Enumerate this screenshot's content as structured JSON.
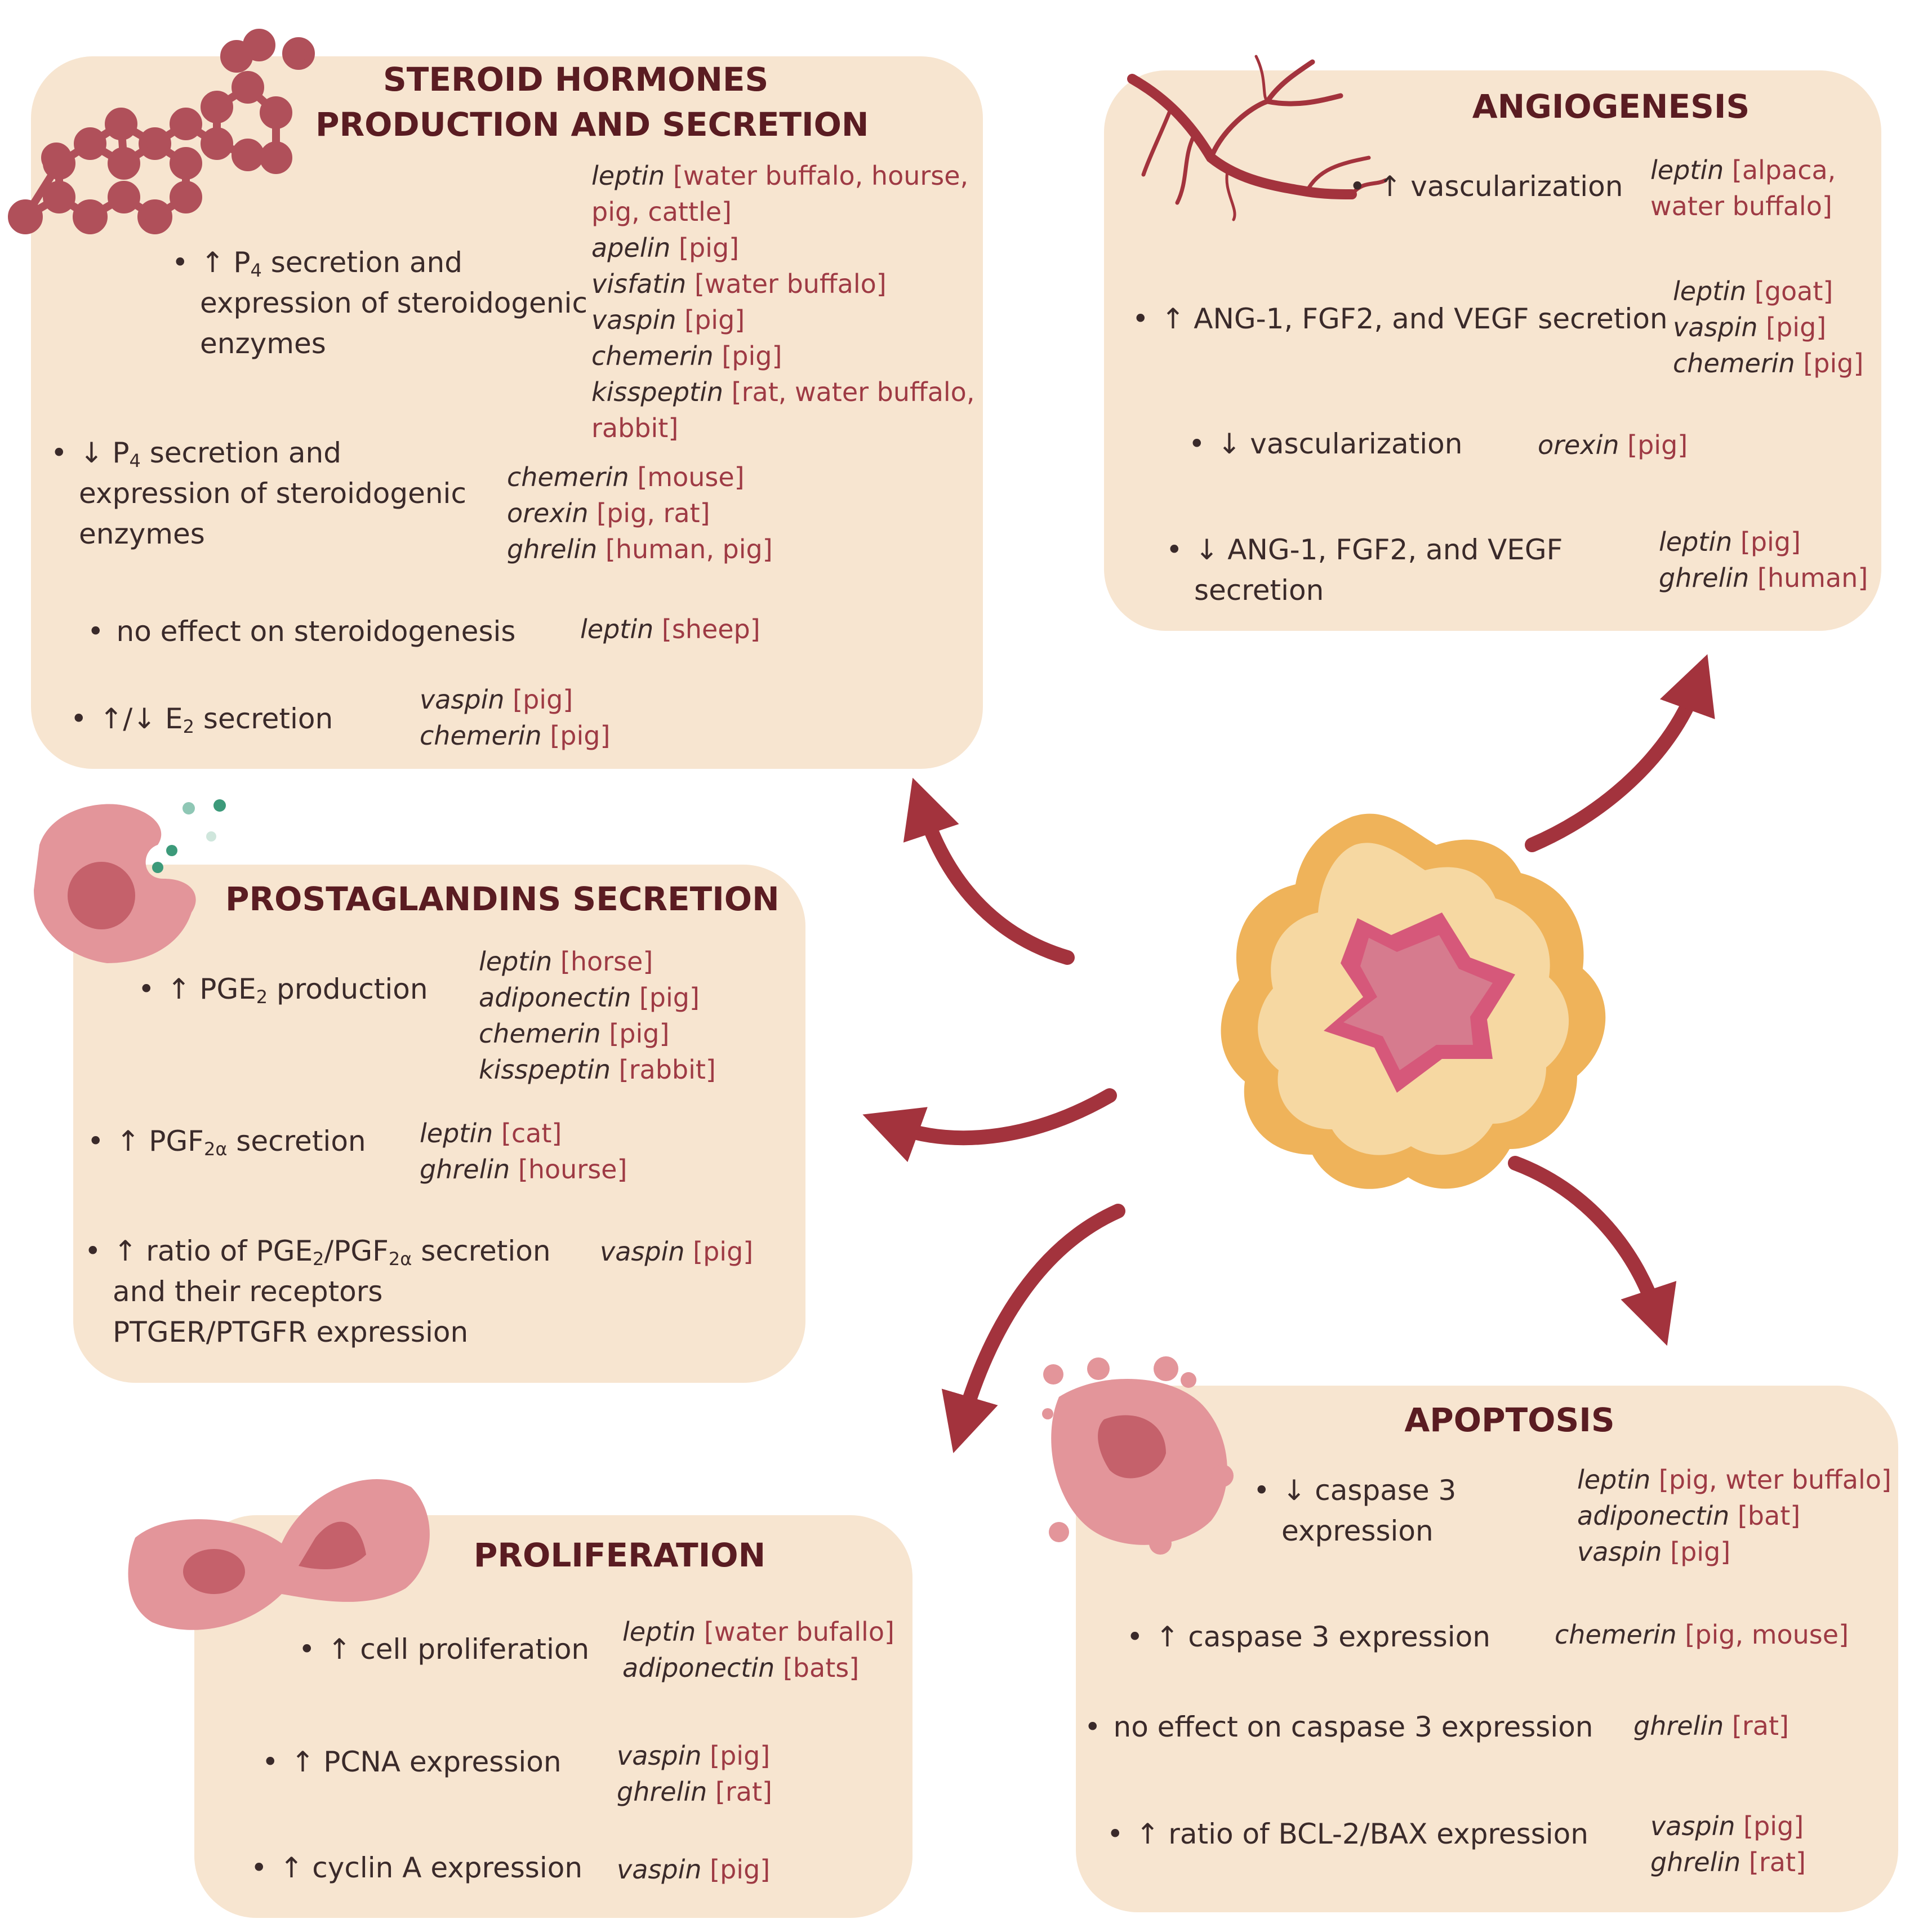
{
  "colors": {
    "panel": "#f7e5d0",
    "title": "#5a1c22",
    "species": "#9e3a44",
    "arrow": "#a3333d"
  },
  "steroid": {
    "title1": "STEROID HORMONES",
    "title2": "PRODUCTION AND SECRETION",
    "e1": {
      "arrow": "↑",
      "pre": "P",
      "sub": "4",
      "line1": " secretion and",
      "line2": "expression of steroidogenic",
      "line3": "enzymes"
    },
    "refs1": [
      {
        "h": "leptin",
        "s": "water buffalo, hourse,"
      },
      {
        "h": "",
        "s": "pig, cattle"
      },
      {
        "h": "apelin",
        "s": "pig"
      },
      {
        "h": "visfatin",
        "s": "water buffalo"
      },
      {
        "h": "vaspin",
        "s": "pig"
      },
      {
        "h": "chemerin",
        "s": "pig"
      },
      {
        "h": "kisspeptin",
        "s": "rat, water buffalo,"
      },
      {
        "h": "",
        "s": "rabbit"
      }
    ],
    "e2": {
      "arrow": "↓",
      "pre": "P",
      "sub": "4",
      "line1": " secretion and",
      "line2": "expression of steroidogenic",
      "line3": "enzymes"
    },
    "refs2": [
      {
        "h": "chemerin",
        "s": "mouse"
      },
      {
        "h": "orexin",
        "s": "pig, rat"
      },
      {
        "h": "ghrelin",
        "s": "human, pig"
      }
    ],
    "e3": "no effect on steroidogenesis",
    "refs3": [
      {
        "h": "leptin",
        "s": "sheep"
      }
    ],
    "e4": {
      "arrow": "↑/↓",
      "pre": "E",
      "sub": "2",
      "line1": " secretion"
    },
    "refs4": [
      {
        "h": "vaspin",
        "s": "pig"
      },
      {
        "h": "chemerin",
        "s": "pig"
      }
    ]
  },
  "angio": {
    "title": "ANGIOGENESIS",
    "e1": "↑ vascularization",
    "refs1": [
      {
        "h": "leptin",
        "s": "alpaca,"
      },
      {
        "h": "",
        "s": "water buffalo"
      }
    ],
    "e2": "↑ ANG-1, FGF2, and VEGF secretion",
    "refs2": [
      {
        "h": "leptin",
        "s": "goat"
      },
      {
        "h": "vaspin",
        "s": "pig"
      },
      {
        "h": "chemerin",
        "s": "pig"
      }
    ],
    "e3": "↓ vascularization",
    "refs3": [
      {
        "h": "orexin",
        "s": "pig"
      }
    ],
    "e4a": "↓ ANG-1, FGF2, and VEGF",
    "e4b": "secretion",
    "refs4": [
      {
        "h": "leptin",
        "s": "pig"
      },
      {
        "h": "ghrelin",
        "s": "human"
      }
    ]
  },
  "prosta": {
    "title": "PROSTAGLANDINS SECRETION",
    "e1": {
      "pre": "↑ PGE",
      "sub": "2",
      "post": " production"
    },
    "refs1": [
      {
        "h": "leptin",
        "s": "horse"
      },
      {
        "h": "adiponectin",
        "s": "pig"
      },
      {
        "h": "chemerin",
        "s": "pig"
      },
      {
        "h": "kisspeptin",
        "s": "rabbit"
      }
    ],
    "e2": {
      "pre": "↑ PGF",
      "sub": "2α",
      "post": " secretion"
    },
    "refs2": [
      {
        "h": "leptin",
        "s": "cat"
      },
      {
        "h": "ghrelin",
        "s": "hourse"
      }
    ],
    "e3": {
      "pre": "↑ ratio of PGE",
      "sub1": "2",
      "mid": "/PGF",
      "sub2": "2α",
      "post": " secretion",
      "line2": "and their receptors",
      "line3": "PTGER/PTGFR expression"
    },
    "refs3": [
      {
        "h": "vaspin",
        "s": "pig"
      }
    ]
  },
  "prolif": {
    "title": "PROLIFERATION",
    "e1": "↑ cell proliferation",
    "refs1": [
      {
        "h": "leptin",
        "s": "water bufallo"
      },
      {
        "h": "adiponectin",
        "s": "bats"
      }
    ],
    "e2": "↑ PCNA expression",
    "refs2": [
      {
        "h": "vaspin",
        "s": "pig"
      },
      {
        "h": "ghrelin",
        "s": "rat"
      }
    ],
    "e3": "↑ cyclin A expression",
    "refs3": [
      {
        "h": "vaspin",
        "s": "pig"
      }
    ]
  },
  "apop": {
    "title": "APOPTOSIS",
    "e1a": "↓ caspase 3",
    "e1b": "expression",
    "refs1": [
      {
        "h": "leptin",
        "s": "pig, wter buffalo"
      },
      {
        "h": "adiponectin",
        "s": "bat"
      },
      {
        "h": "vaspin",
        "s": "pig"
      }
    ],
    "e2": "↑ caspase 3 expression",
    "refs2": [
      {
        "h": "chemerin",
        "s": "pig, mouse"
      }
    ],
    "e3": "no effect on caspase 3 expression",
    "refs3": [
      {
        "h": "ghrelin",
        "s": "rat"
      }
    ],
    "e4": "↑ ratio of BCL-2/BAX  expression",
    "refs4": [
      {
        "h": "vaspin",
        "s": "pig"
      },
      {
        "h": "ghrelin",
        "s": "rat"
      }
    ]
  }
}
